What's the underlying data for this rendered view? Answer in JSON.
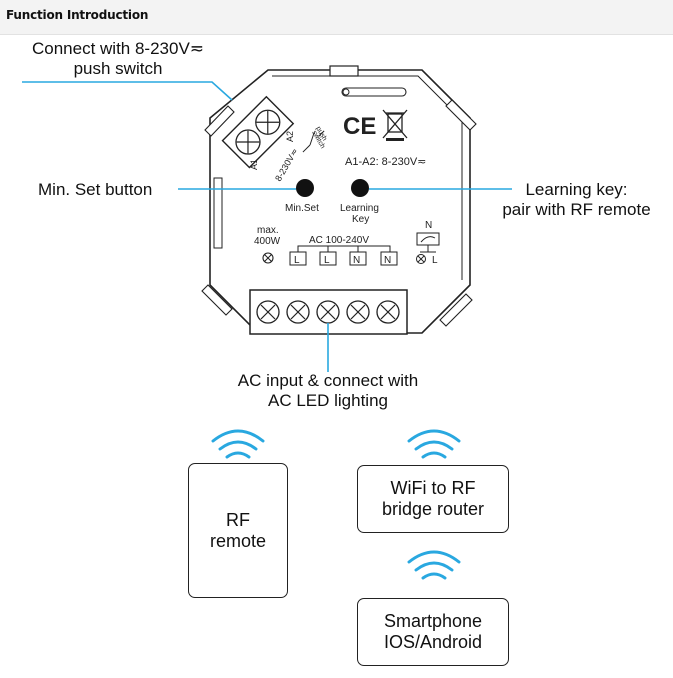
{
  "header": {
    "title": "Function Introduction"
  },
  "callouts": {
    "push_switch_line1": "Connect with 8-230V≂",
    "push_switch_line2": "push switch",
    "min_set": "Min. Set button",
    "learning_line1": "Learning key:",
    "learning_line2": "pair with RF remote",
    "ac_line1": "AC input & connect with",
    "ac_line2": "AC LED lighting"
  },
  "device": {
    "ce_mark": "CE",
    "weee_icon": "crossed-bin-icon",
    "a1a2_rating": "A1-A2: 8-230V≂",
    "terminal_a1": "A1",
    "terminal_a2": "A2",
    "terminal_voltage": "8-230V≂",
    "push_switch_line1": "push",
    "push_switch_line2": "switch",
    "min_set_button_label": "Min.Set",
    "learning_key_line1": "Learning",
    "learning_key_line2": "Key",
    "max_line1": "max.",
    "max_line2": "400W",
    "ac_range": "AC 100-240V",
    "terminals": [
      "L",
      "L",
      "N",
      "N"
    ],
    "n_label": "N",
    "l_label": "L"
  },
  "devices": {
    "rf_remote": {
      "line1": "RF",
      "line2": "remote"
    },
    "bridge": {
      "line1": "WiFi to RF",
      "line2": "bridge router"
    },
    "smartphone": {
      "line1": "Smartphone",
      "line2": "IOS/Android"
    }
  },
  "colors": {
    "accent": "#29a8e0",
    "outline": "#222222",
    "header_bg": "#f3f3f3"
  },
  "icons": [
    "wifi-icon",
    "screw-terminal-icon",
    "lamp-symbol-icon"
  ]
}
